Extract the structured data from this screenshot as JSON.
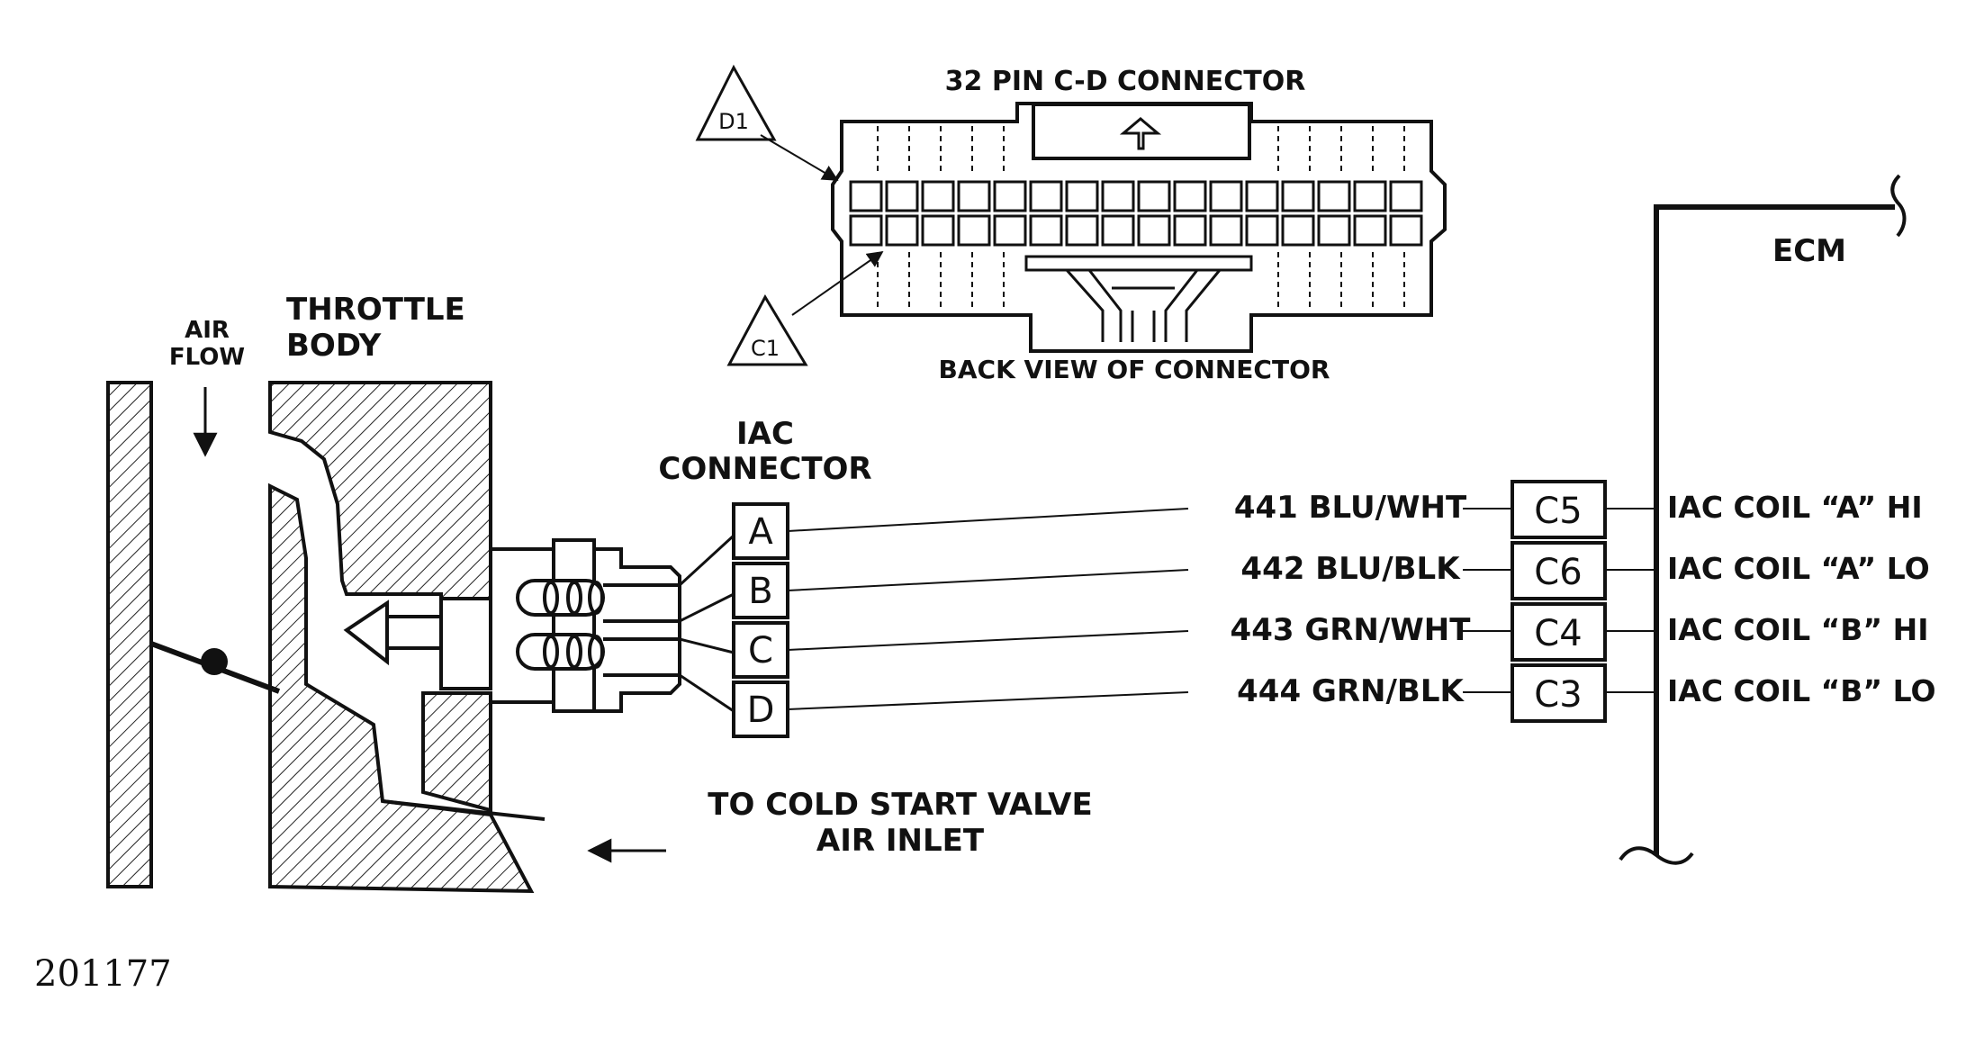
{
  "connector_32pin": {
    "title": "32 PIN C-D CONNECTOR",
    "caption": "BACK VIEW OF CONNECTOR",
    "callout_top": "D1",
    "callout_bottom": "C1"
  },
  "throttle_body": {
    "label_line1": "THROTTLE",
    "label_line2": "BODY",
    "airflow_line1": "AIR",
    "airflow_line2": "FLOW"
  },
  "iac_connector": {
    "label_line1": "IAC",
    "label_line2": "CONNECTOR",
    "pins": [
      "A",
      "B",
      "C",
      "D"
    ]
  },
  "wires": [
    {
      "circuit": "441 BLU/WHT",
      "ecm_pin": "C5",
      "function": "IAC COIL “A” HI"
    },
    {
      "circuit": "442 BLU/BLK",
      "ecm_pin": "C6",
      "function": "IAC COIL “A” LO"
    },
    {
      "circuit": "443 GRN/WHT",
      "ecm_pin": "C4",
      "function": "IAC COIL “B” HI"
    },
    {
      "circuit": "444 GRN/BLK",
      "ecm_pin": "C3",
      "function": "IAC COIL “B” LO"
    }
  ],
  "ecm": {
    "label": "ECM"
  },
  "cold_start": {
    "line1": "TO COLD START VALVE",
    "line2": "AIR INLET"
  },
  "figure_number": "201177"
}
